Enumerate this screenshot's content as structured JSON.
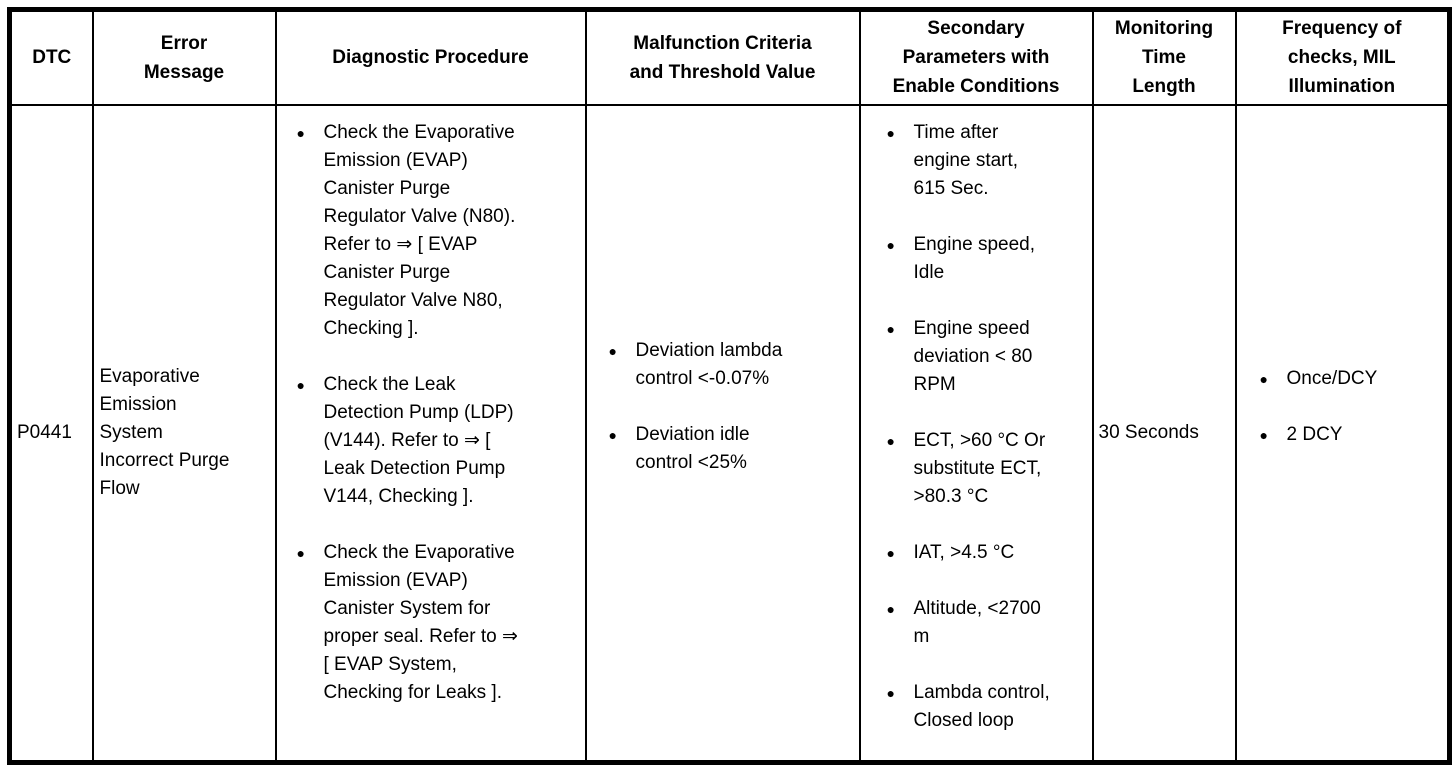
{
  "ui": {
    "bullet_char": "●",
    "border_color": "#000000",
    "background_color": "#ffffff",
    "text_color": "#000000"
  },
  "table": {
    "columns": [
      {
        "key": "dtc",
        "label": "DTC"
      },
      {
        "key": "error_message",
        "label": "Error\nMessage"
      },
      {
        "key": "diagnostic_procedure",
        "label": "Diagnostic Procedure"
      },
      {
        "key": "malfunction_criteria",
        "label": "Malfunction Criteria\nand Threshold Value"
      },
      {
        "key": "secondary_parameters",
        "label": "Secondary\nParameters with\nEnable Conditions"
      },
      {
        "key": "monitoring_time_length",
        "label": "Monitoring\nTime\nLength"
      },
      {
        "key": "frequency_of_checks",
        "label": "Frequency of\nchecks, MIL\nIllumination"
      }
    ],
    "row": {
      "dtc": "P0441",
      "error_message": "Evaporative\nEmission\nSystem\nIncorrect Purge\nFlow",
      "diagnostic_procedure": [
        "Check the Evaporative\nEmission (EVAP)\nCanister Purge\nRegulator Valve (N80).\nRefer to ⇒ [ EVAP\nCanister Purge\nRegulator Valve N80,\nChecking ].",
        "Check the Leak\nDetection Pump (LDP)\n(V144). Refer to ⇒ [\nLeak Detection Pump\nV144, Checking ].",
        "Check the Evaporative\nEmission (EVAP)\nCanister System for\nproper seal. Refer to ⇒\n[ EVAP System,\nChecking for Leaks ]."
      ],
      "malfunction_criteria": [
        "Deviation lambda\ncontrol <-0.07%",
        "Deviation idle\ncontrol <25%"
      ],
      "secondary_parameters": [
        "Time after\nengine start,\n615 Sec.",
        "Engine speed,\nIdle",
        "Engine speed\ndeviation < 80\nRPM",
        "ECT, >60 °C Or\nsubstitute ECT,\n>80.3 °C",
        "IAT, >4.5 °C",
        "Altitude, <2700\nm",
        "Lambda control,\nClosed loop"
      ],
      "monitoring_time_length": "30 Seconds",
      "frequency_of_checks": [
        "Once/DCY",
        "2 DCY"
      ]
    }
  }
}
